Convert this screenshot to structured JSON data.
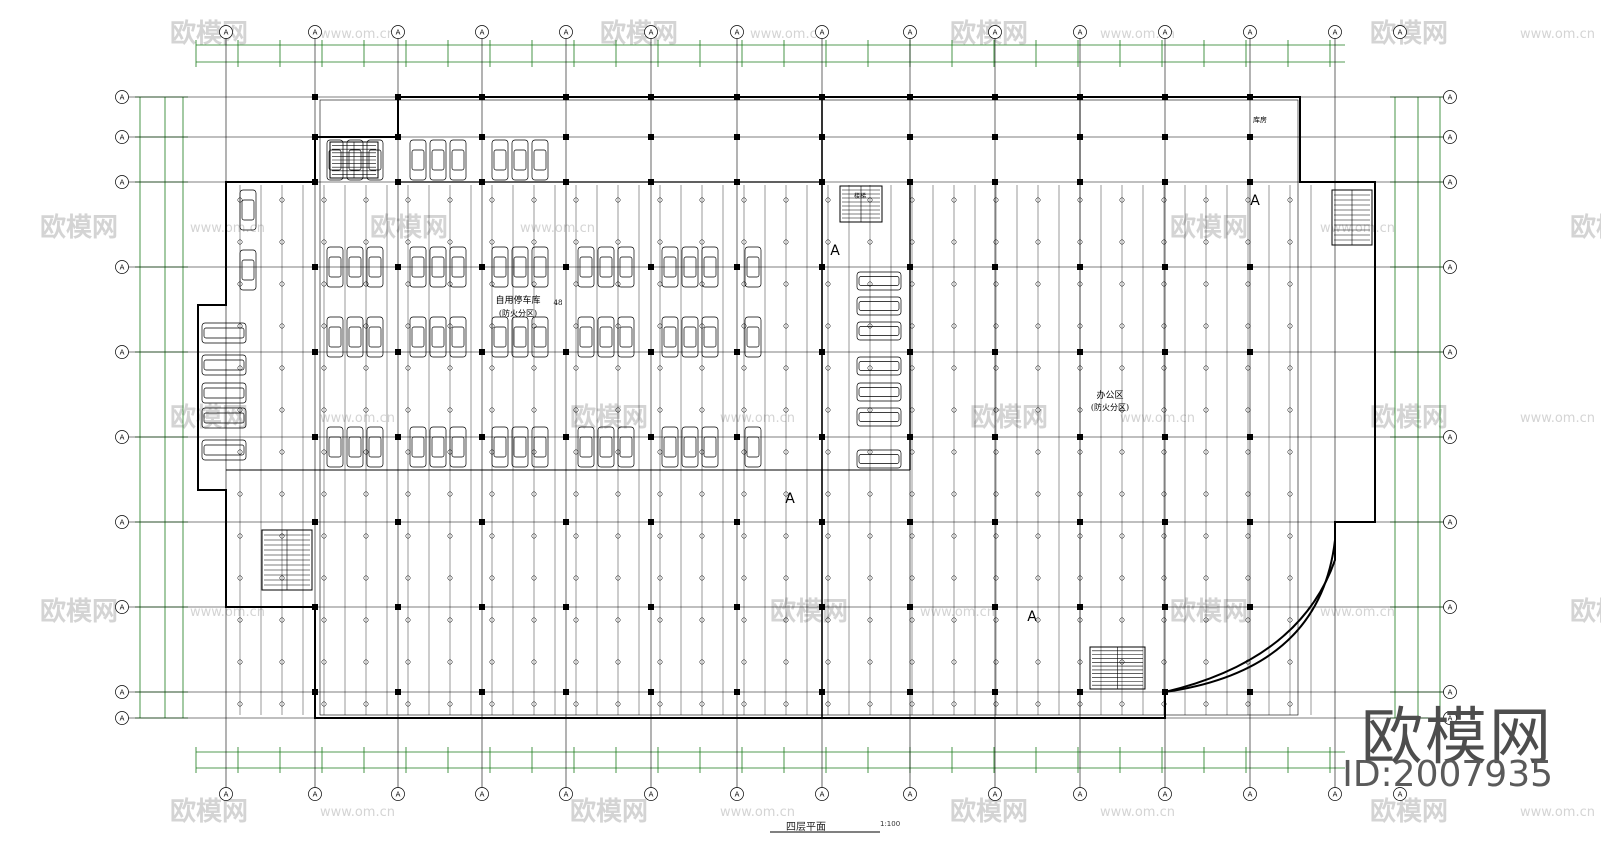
{
  "drawing": {
    "title": "四层平面",
    "scale": "1:100"
  },
  "grid_axis_label": "A",
  "room_labels": {
    "parking": "自用停车库",
    "parking_sub": "(防火分区)",
    "parking_count": "48",
    "office": "办公区",
    "office_sub": "(防火分区)",
    "storage": "库房",
    "stairs": "楼梯"
  },
  "section_marks": [
    "A",
    "A",
    "A",
    "A"
  ],
  "watermark": {
    "logo": "欧模网",
    "url": "www.om.cn"
  },
  "brand": {
    "logo": "欧模网",
    "id": "ID:2007935"
  },
  "colors": {
    "line": "#000000",
    "dimension": "#1a7a1a",
    "background": "#ffffff",
    "watermark": "#d4d4d4"
  }
}
